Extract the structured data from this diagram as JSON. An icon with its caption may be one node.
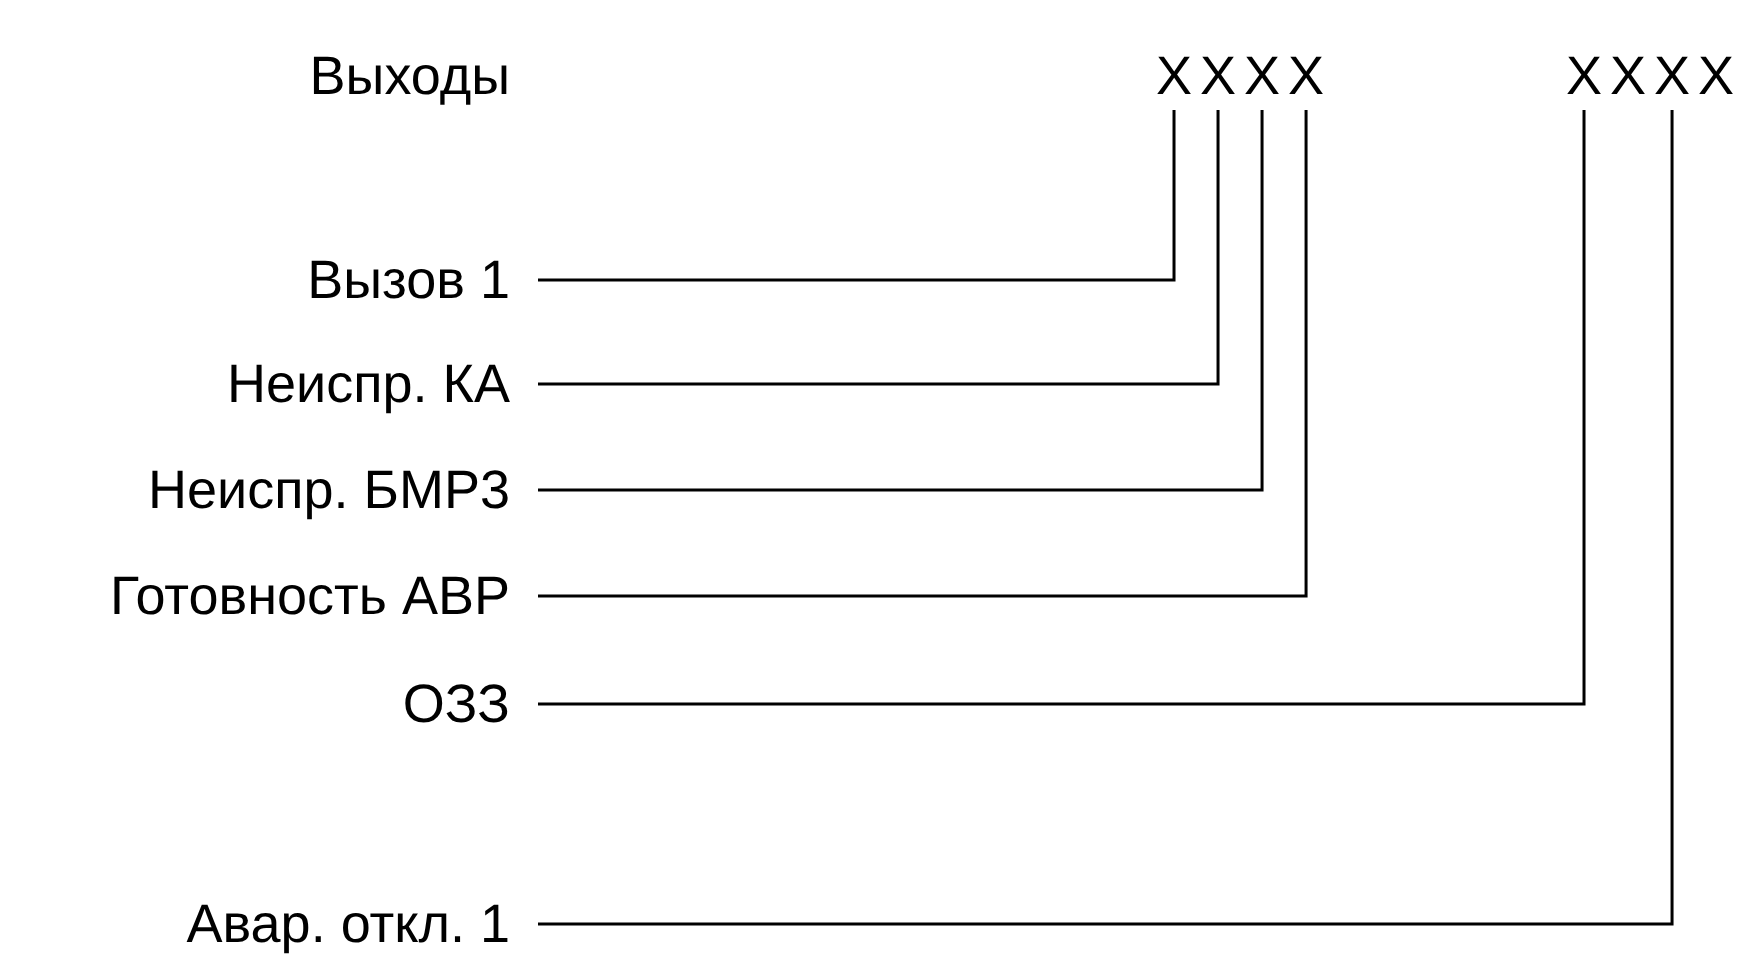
{
  "diagram": {
    "nodes": [
      {
        "text": [
          "XXXX"
        ]
      },
      {
        "text": [
          "XXXX"
        ]
      },
      {
        "text": [
          "Вызов 1"
        ]
      },
      {
        "text": [
          "Неиспр. КА"
        ]
      },
      {
        "text": [
          "Неиспр. БМР3"
        ]
      },
      {
        "text": [
          "Готовность АВР"
        ]
      },
      {
        "text": [
          "ОЗЗ"
        ]
      },
      {
        "text": [
          "Авар. откл. 1"
        ]
      }
    ],
    "edges": [
      {
        "from": 2,
        "to": 0,
        "arrow": "none"
      },
      {
        "from": 3,
        "to": 0,
        "arrow": "none"
      },
      {
        "from": 4,
        "to": 0,
        "arrow": "none"
      },
      {
        "from": 5,
        "to": 0,
        "arrow": "none"
      },
      {
        "from": 6,
        "to": 1,
        "arrow": "none"
      },
      {
        "from": 7,
        "to": 1,
        "arrow": "none"
      }
    ],
    "labels": [
      "Выходы"
    ]
  }
}
